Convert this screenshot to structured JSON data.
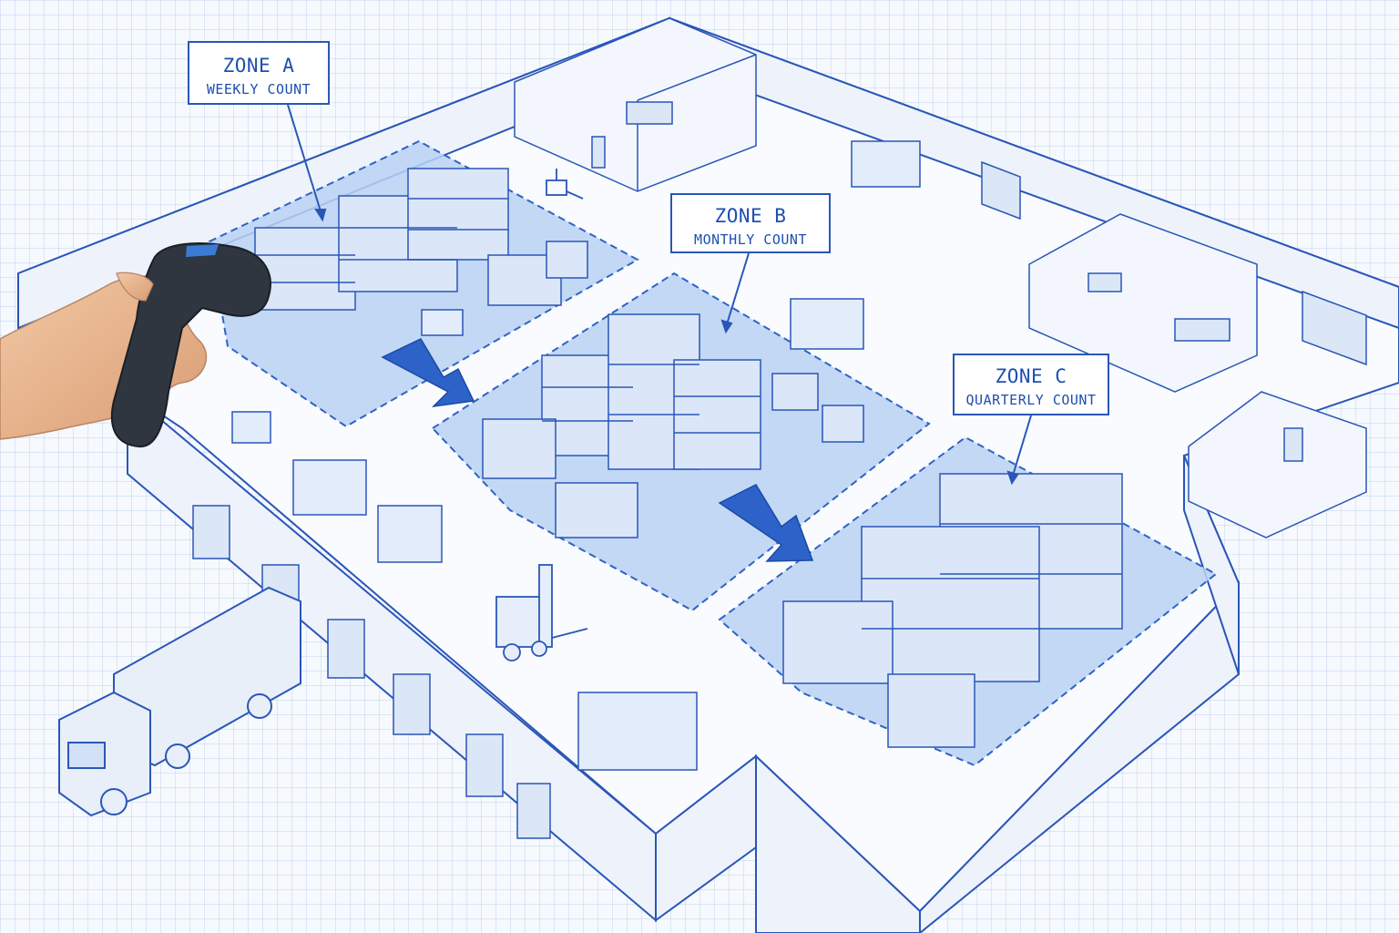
{
  "zones": [
    {
      "name": "ZONE A",
      "frequency": "WEEKLY COUNT"
    },
    {
      "name": "ZONE B",
      "frequency": "MONTHLY COUNT"
    },
    {
      "name": "ZONE C",
      "frequency": "QUARTERLY COUNT"
    }
  ],
  "colors": {
    "ink": "#2a56b8",
    "zone_fill": "#b9d1f3",
    "zone_border": "#2f63c4",
    "flow_arrow": "#2d62c8",
    "paper": "#f6f9fd",
    "grid": "#c6d6ee"
  },
  "icons": [
    "barcode-scanner-icon",
    "forklift-icon",
    "truck-icon",
    "pallet-jack-icon",
    "flow-arrow-icon"
  ]
}
